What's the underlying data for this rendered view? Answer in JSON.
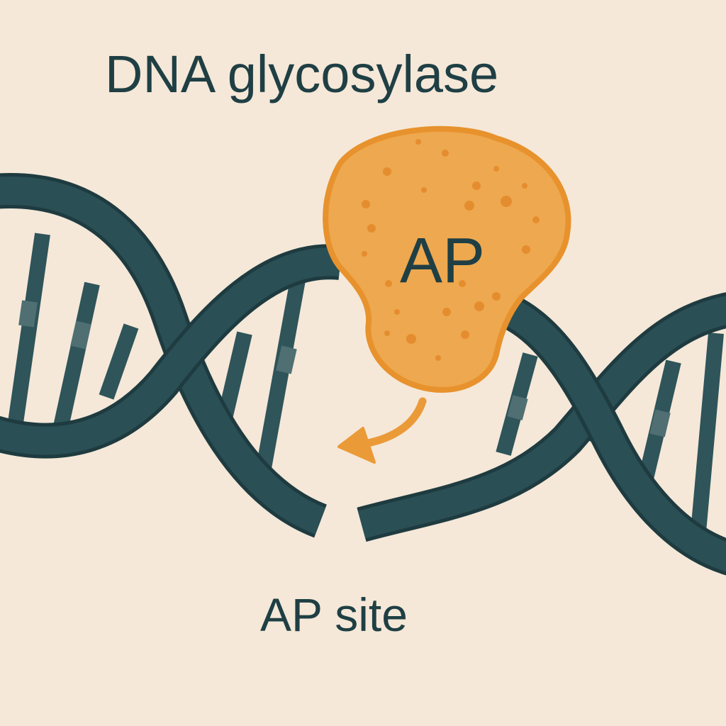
{
  "title": "DNA glycosylase",
  "enzyme": {
    "label": "AP",
    "color": "#eea84f",
    "outline_color": "#e7922d"
  },
  "site_label": "AP site",
  "colors": {
    "background": "#f5e8d8",
    "strand": "#2a4f55",
    "strand_dark": "#1e3b40",
    "base_pair": "#2f545a",
    "base_highlight": "#4f6f73",
    "arrow": "#eb9a38",
    "text": "#1f3f44"
  }
}
